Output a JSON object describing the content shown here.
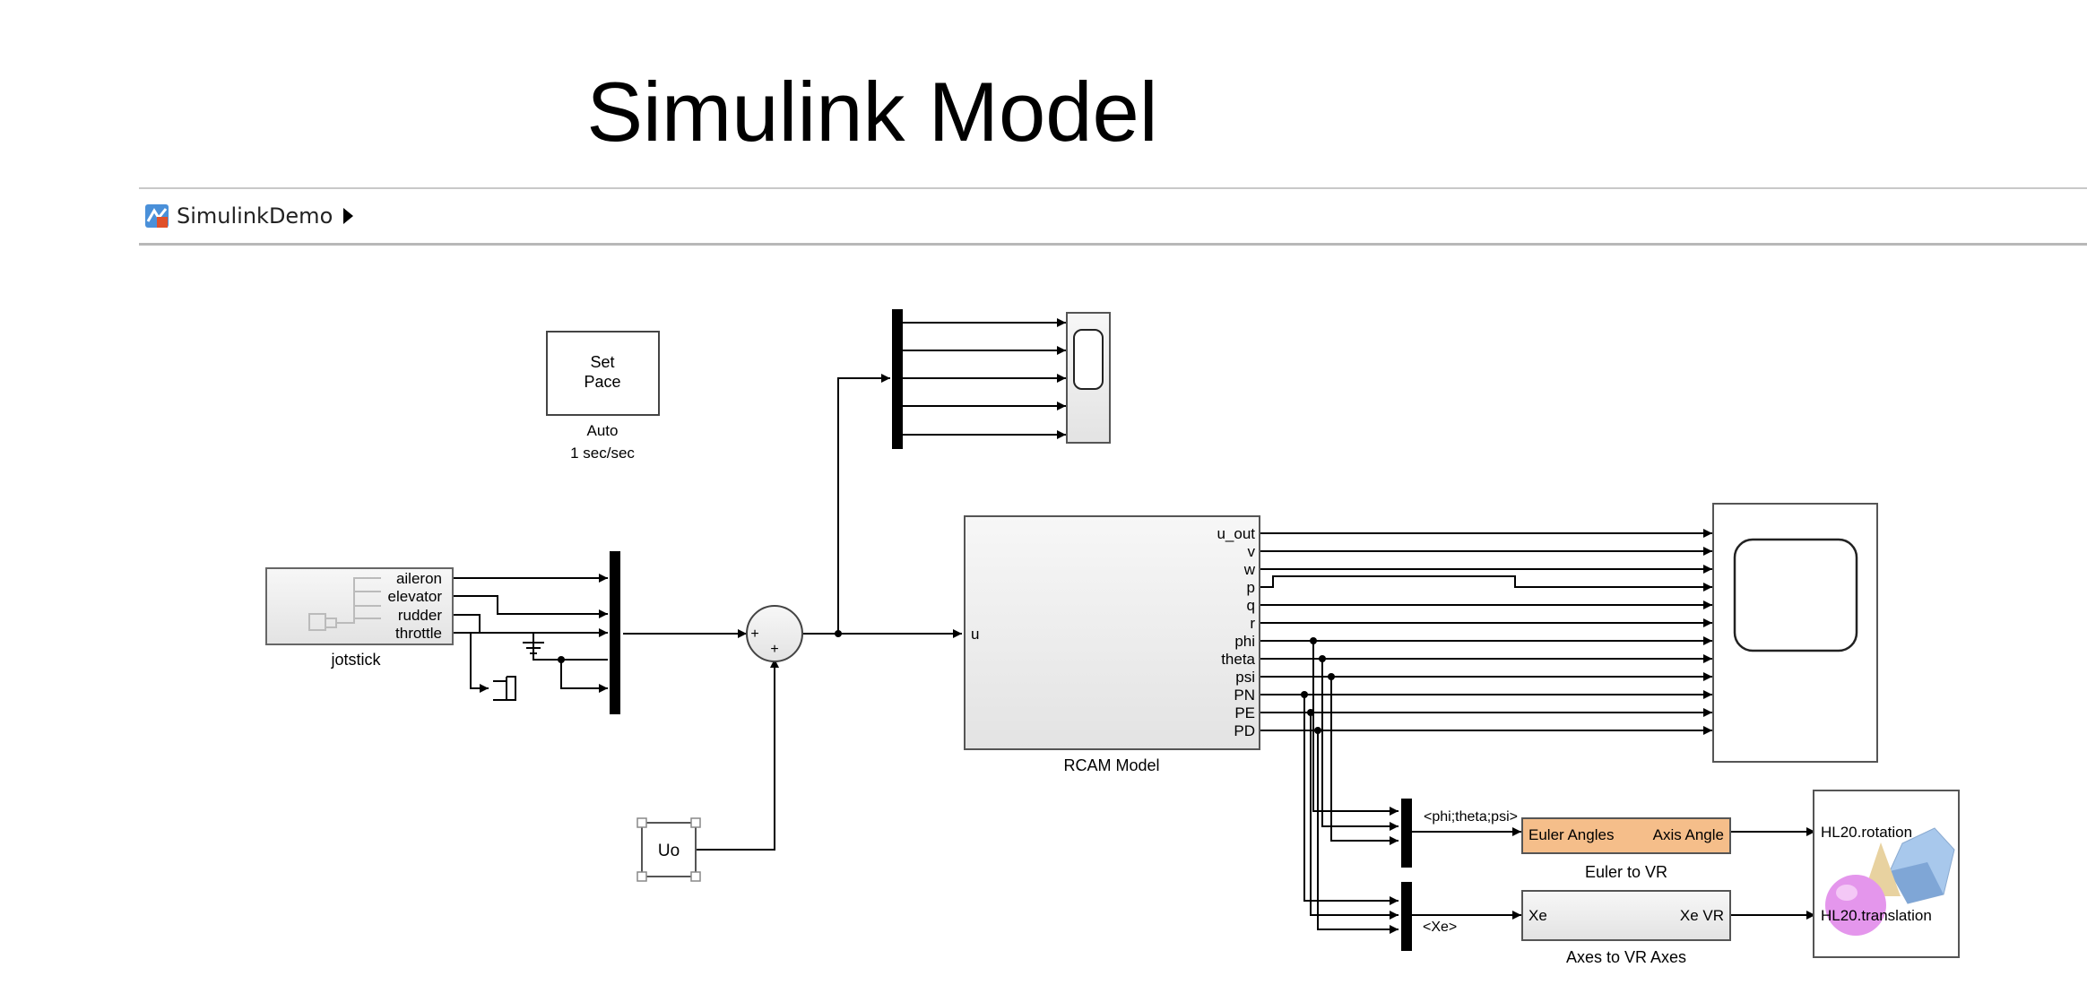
{
  "title": "Simulink Model",
  "breadcrumb": {
    "model_name": "SimulinkDemo"
  },
  "blocks": {
    "set_pace": {
      "line1": "Set",
      "line2": "Pace",
      "caption1": "Auto",
      "caption2": "1 sec/sec"
    },
    "joystick": {
      "ports": [
        "aileron",
        "elevator",
        "rudder",
        "throttle"
      ],
      "caption": "jotstick"
    },
    "sum": {
      "sign_left": "+",
      "sign_bottom": "+"
    },
    "constant": {
      "label": "Uo"
    },
    "rcam": {
      "caption": "RCAM Model",
      "input_port": "u",
      "output_ports": [
        "u_out",
        "v",
        "w",
        "p",
        "q",
        "r",
        "phi",
        "theta",
        "psi",
        "PN",
        "PE",
        "PD"
      ]
    },
    "euler": {
      "in_label": "Euler Angles",
      "out_label": "Axis Angle",
      "caption": "Euler to VR",
      "signal_label": "<phi;theta;psi>"
    },
    "axes": {
      "in_label": "Xe",
      "out_label": "Xe VR",
      "caption": "Axes to VR Axes",
      "signal_label": "<Xe>"
    },
    "vr_sink": {
      "rotation_label": "HL20.rotation",
      "translation_label": "HL20.translation"
    }
  },
  "colors": {
    "block_fill": "#ececec",
    "euler_fill": "#f5be8a",
    "bus_bar": "#000000",
    "line": "#000000"
  }
}
